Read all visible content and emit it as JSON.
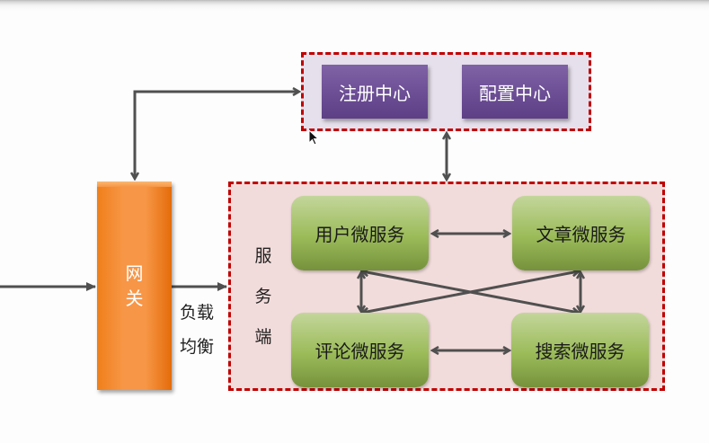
{
  "registry_group": {
    "registry": "注册中心",
    "config": "配置中心"
  },
  "gateway": {
    "chars": [
      "网",
      "关"
    ]
  },
  "load_balance": {
    "line1": "负载",
    "line2": "均衡"
  },
  "service_side": {
    "chars": [
      "服",
      "务",
      "端"
    ]
  },
  "services": {
    "user": "用户微服务",
    "article": "文章微服务",
    "comment": "评论微服务",
    "search": "搜索微服务"
  },
  "colors": {
    "border_dashed": "#c00000",
    "purple_box": "#6a4c93",
    "green_box": "#9bbb59",
    "gateway": "#f79646",
    "arrow": "#505050"
  }
}
